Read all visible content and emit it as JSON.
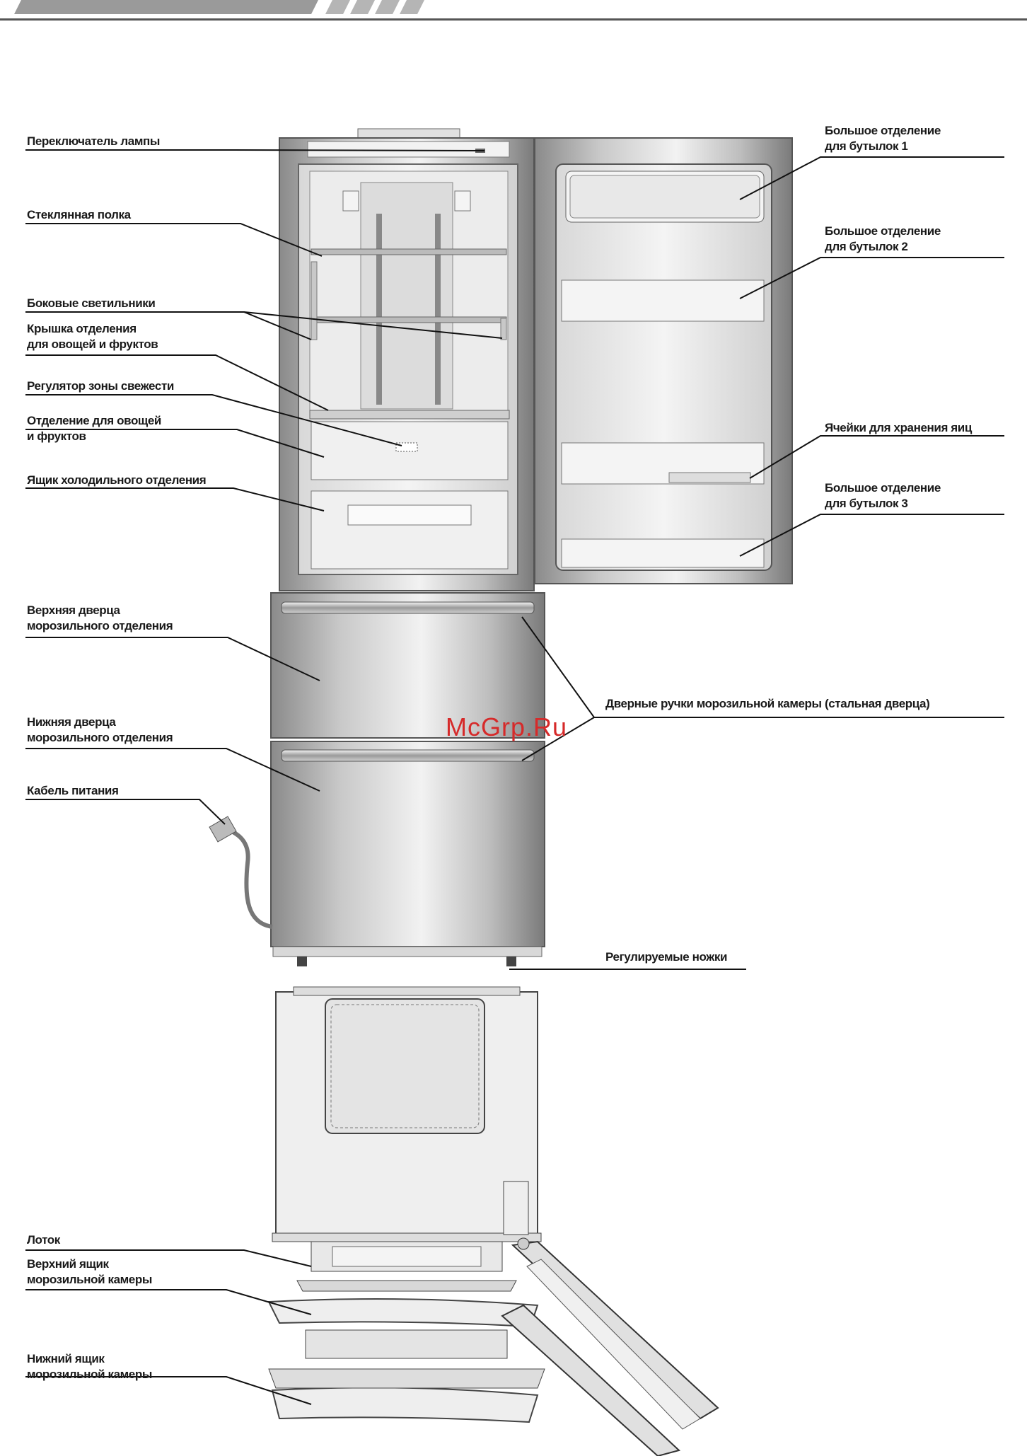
{
  "watermark": "McGrp.Ru",
  "labels": {
    "lamp_switch": "Переключатель лампы",
    "glass_shelf": "Стеклянная полка",
    "side_lights": "Боковые светильники",
    "crisper_cover_1": "Крышка отделения",
    "crisper_cover_2": "для овощей и фруктов",
    "freshness_regulator": "Регулятор зоны свежести",
    "crisper_1": "Отделение для овощей",
    "crisper_2": "и фруктов",
    "fridge_drawer": "Ящик холодильного отделения",
    "upper_freezer_door_1": "Верхняя дверца",
    "upper_freezer_door_2": "морозильного отделения",
    "lower_freezer_door_1": "Нижняя дверца",
    "lower_freezer_door_2": "морозильного отделения",
    "power_cable": "Кабель питания",
    "bottle_1_line1": "Большое отделение",
    "bottle_1_line2": "для бутылок 1",
    "bottle_2_line1": "Большое отделение",
    "bottle_2_line2": "для бутылок 2",
    "egg_cells": "Ячейки для хранения яиц",
    "bottle_3_line1": "Большое отделение",
    "bottle_3_line2": "для бутылок 3",
    "freezer_handles": "Дверные ручки морозильной камеры (стальная дверца)",
    "adjustable_feet": "Регулируемые ножки",
    "tray": "Лоток",
    "upper_freezer_box_1": "Верхний ящик",
    "upper_freezer_box_2": "морозильной камеры",
    "lower_freezer_box_1": "Нижний ящик",
    "lower_freezer_box_2": "морозильной камеры"
  }
}
